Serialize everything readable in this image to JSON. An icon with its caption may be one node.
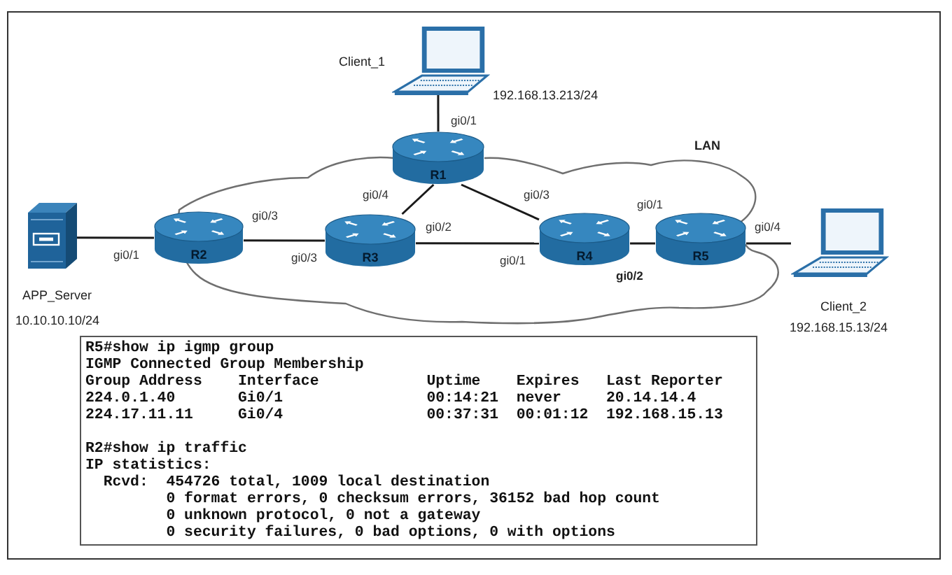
{
  "diagram": {
    "nodes": [
      {
        "text": [],
        "shape": "picture",
        "beside": [
          "Client_1",
          "192.168.13.213/24"
        ]
      },
      {
        "text": [
          "LAN"
        ]
      },
      {
        "text": [
          "R1"
        ],
        "in": 1
      },
      {
        "text": [],
        "shape": "picture",
        "beside": [
          "APP_Server",
          "10.10.10.10/24"
        ]
      },
      {
        "text": [
          "R2"
        ],
        "in": 1
      },
      {
        "text": [
          "R3"
        ],
        "in": 1
      },
      {
        "text": [
          "R4"
        ],
        "in": 1
      },
      {
        "text": [
          "R5"
        ],
        "in": 1
      },
      {
        "text": [],
        "shape": "picture",
        "beside": [
          "Client_2",
          "192.168.15.13/24"
        ]
      },
      {
        "text": [
          "R5#show ip igmp group",
          "IGMP Connected Group Membership",
          "Group Address",
          "Interface",
          "Uptime",
          "Expires",
          "Last Reporter",
          "224.0.1.40",
          "Gi0/1",
          "00:14:21",
          "never",
          "20.14.14.4",
          "224.17.11.11",
          "Gi0/4",
          "00:37:31",
          "00:01:12",
          "192.168.15.13",
          "R2#show ip traffic",
          "IP statistics:",
          "Rcvd:",
          "454726 total, 1009 local destination",
          "0 format errors, 0 checksum errors, 36152 bad hop count",
          "0 unknown protocol, 0 not a gateway",
          "0 security failures, 0 bad options, 0 with options"
        ]
      }
    ],
    "edges": [
      {
        "from": 0,
        "to": 2,
        "arrow": "none"
      },
      {
        "from": 3,
        "to": 4,
        "arrow": "none"
      },
      {
        "from": 4,
        "to": 5,
        "arrow": "none"
      },
      {
        "from": 5,
        "to": 2,
        "arrow": "none"
      },
      {
        "from": 2,
        "to": 6,
        "arrow": "none"
      },
      {
        "from": 5,
        "to": 6,
        "arrow": "none"
      },
      {
        "from": 6,
        "to": 7,
        "arrow": "none"
      },
      {
        "from": 7,
        "to": 8,
        "arrow": "none"
      }
    ],
    "labels": [
      "gi0/1",
      "gi0/4",
      "gi0/3",
      "gi0/1",
      "gi0/3",
      "gi0/2",
      "gi0/4",
      "gi0/1",
      "gi0/3",
      "gi0/1",
      "gi0/2"
    ]
  }
}
